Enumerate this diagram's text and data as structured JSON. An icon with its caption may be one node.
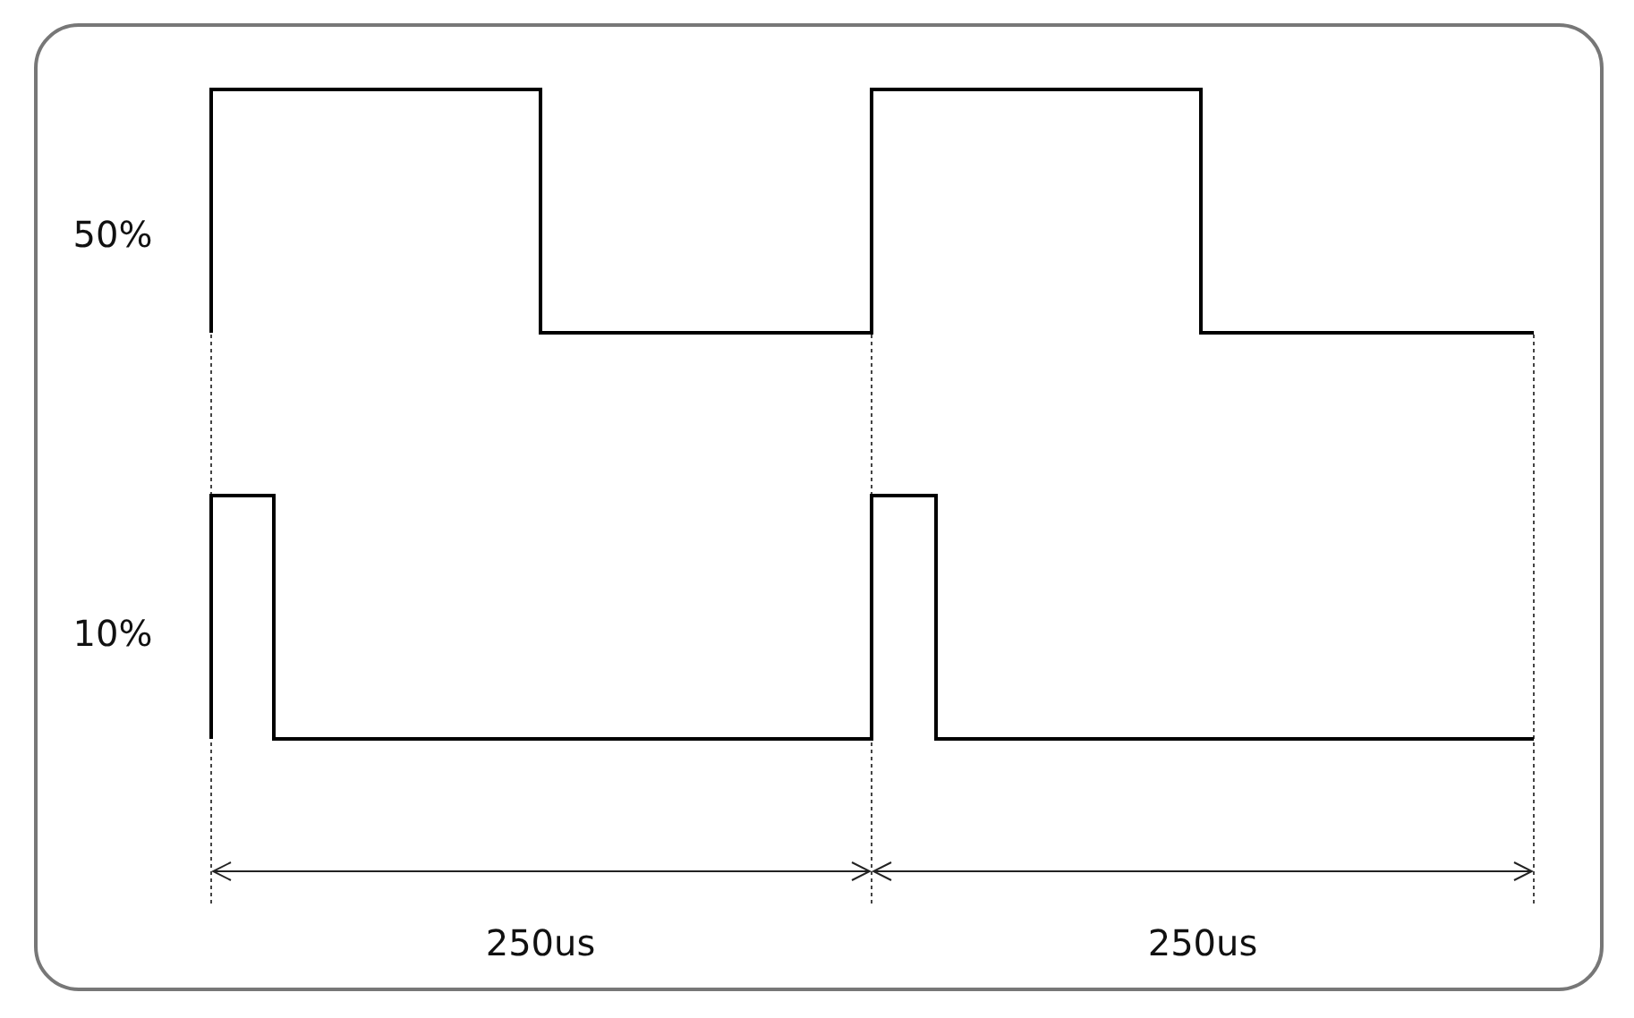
{
  "diagram": {
    "labels": [
      "50%",
      "10%",
      "250us",
      "250us"
    ]
  }
}
